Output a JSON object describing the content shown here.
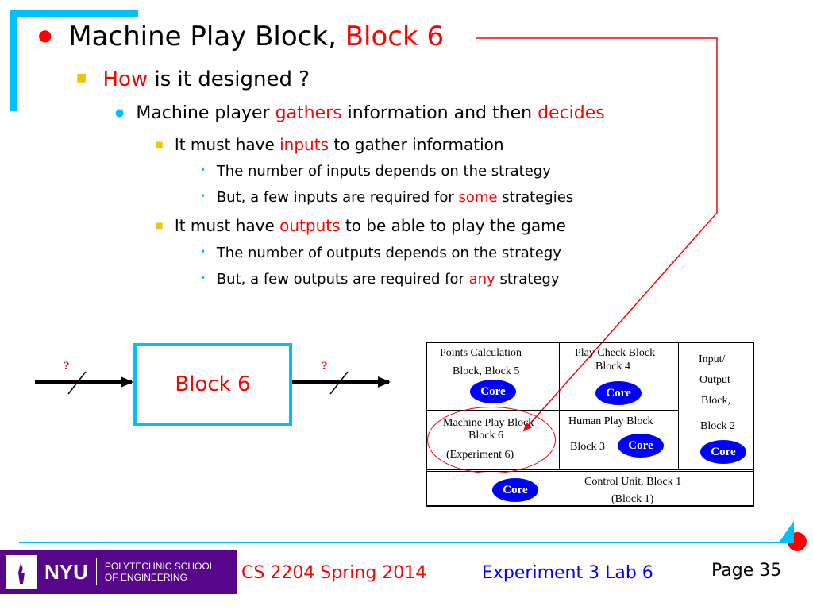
{
  "slide": {
    "title": {
      "prefix": "Machine Play Block,",
      "highlight": "Block 6"
    },
    "bullets": {
      "how_highlight": "How",
      "how_rest": "is it designed ?",
      "gathers_pre": "Machine player",
      "gathers_hl": "gathers",
      "gathers_mid": "information and then",
      "gathers_hl2": "decides",
      "inputs_pre": "It must have",
      "inputs_hl": "inputs",
      "inputs_post": "to gather information",
      "inputs_sub1": "The number of inputs depends on the strategy",
      "inputs_sub2_pre": "But, a few inputs are required for",
      "inputs_sub2_hl": "some",
      "inputs_sub2_post": "strategies",
      "outputs_pre": "It must have",
      "outputs_hl": "outputs",
      "outputs_post": "to be able to play the game",
      "outputs_sub1": "The number of outputs depends on the strategy",
      "outputs_sub2_pre": "But, a few outputs are required for",
      "outputs_sub2_hl": "any",
      "outputs_sub2_post": "strategy"
    }
  },
  "block_diagram": {
    "block_label": "Block 6",
    "input_label": "?",
    "output_label": "?"
  },
  "board": {
    "points": {
      "line1": "Points Calculation",
      "line2": "Block, Block 5"
    },
    "play_check": {
      "line1": "Play Check Block",
      "line2": "Block 4"
    },
    "io": {
      "line1": "Input/",
      "line2": "Output",
      "line3": "Block,",
      "line4": "Block 2"
    },
    "machine": {
      "line1": "Machine  Play Block",
      "line2": "Block 6",
      "line3": "(Experiment  6)"
    },
    "human": {
      "line1": "Human Play Block",
      "line2": "Block 3"
    },
    "control": {
      "line1": "Control Unit, Block 1",
      "line2": "(Block 1)"
    },
    "core_label": "Core"
  },
  "footer": {
    "logo_name": "NYU",
    "school_line1": "POLYTECHNIC SCHOOL",
    "school_line2": "OF ENGINEERING",
    "course": "CS 2204 Spring 2014",
    "experiment": "Experiment 3 Lab 6",
    "page": "Page 35"
  },
  "colors": {
    "accent_cyan": "#00bfff",
    "highlight_red": "#ff0000",
    "nyu_purple": "#57068c",
    "bullet_yellow": "#f5c400",
    "core_blue": "#0000ff"
  }
}
